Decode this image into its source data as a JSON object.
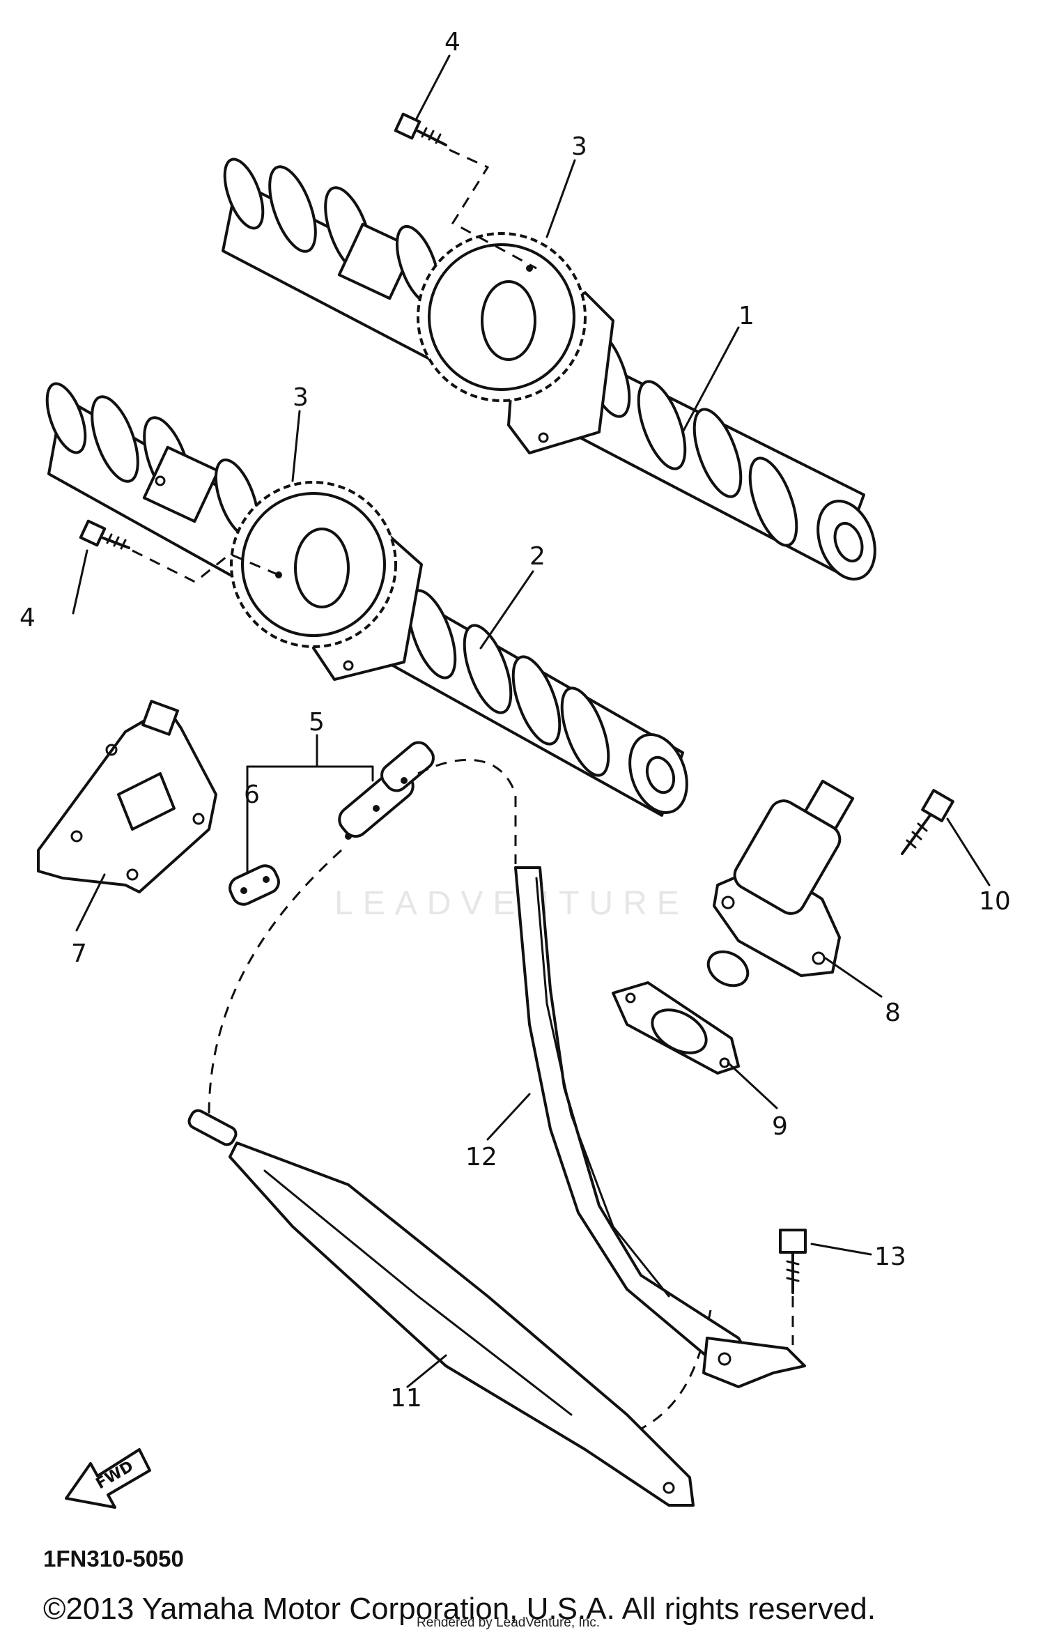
{
  "diagram": {
    "callouts": [
      {
        "id": "1",
        "label": "1"
      },
      {
        "id": "2",
        "label": "2"
      },
      {
        "id": "3a",
        "label": "3"
      },
      {
        "id": "3b",
        "label": "3"
      },
      {
        "id": "4a",
        "label": "4"
      },
      {
        "id": "4b",
        "label": "4"
      },
      {
        "id": "5",
        "label": "5"
      },
      {
        "id": "6",
        "label": "6"
      },
      {
        "id": "7",
        "label": "7"
      },
      {
        "id": "8",
        "label": "8"
      },
      {
        "id": "9",
        "label": "9"
      },
      {
        "id": "10",
        "label": "10"
      },
      {
        "id": "11",
        "label": "11"
      },
      {
        "id": "12",
        "label": "12"
      },
      {
        "id": "13",
        "label": "13"
      }
    ],
    "fwd_label": "FWD",
    "watermark": "LEADVENTURE"
  },
  "footer": {
    "diagram_code": "1FN310-5050",
    "copyright": "©2013 Yamaha Motor Corporation, U.S.A. All rights reserved.",
    "rendered_by": "Rendered by LeadVenture, Inc."
  }
}
